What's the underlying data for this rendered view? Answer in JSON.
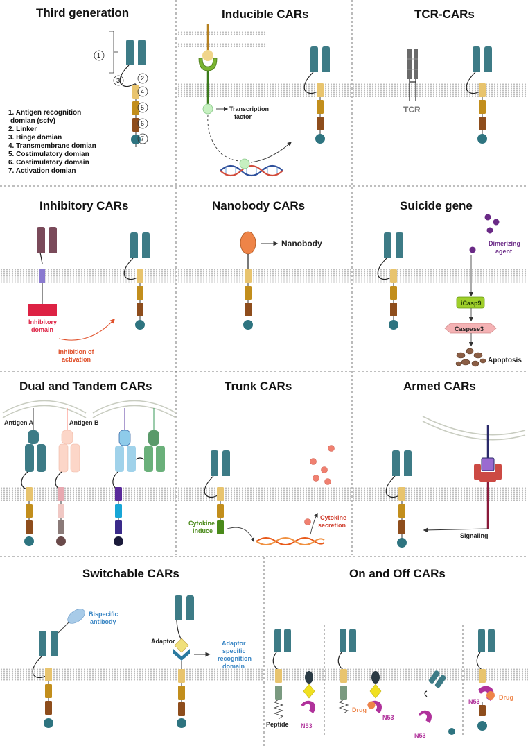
{
  "panels": {
    "third_generation": {
      "title": "Third generation",
      "numbers": [
        "1",
        "2",
        "3",
        "4",
        "5",
        "6",
        "7"
      ],
      "legend": [
        "1. Antigen recognition",
        "domian (scfv)",
        "2. Linker",
        "3. Hinge domian",
        "4. Transmembrane domian",
        "5. Costimulatory domian",
        "6. Costimulatory domain",
        "7. Activation domian"
      ]
    },
    "inducible": {
      "title": "Inducible CARs",
      "tf_label_1": "Transcription",
      "tf_label_2": "factor"
    },
    "tcr": {
      "title": "TCR-CARs",
      "tcr_label": "TCR"
    },
    "inhibitory": {
      "title": "Inhibitory CARs",
      "domain_1": "Inhibitory",
      "domain_2": "domain",
      "inhib_1": "Inhibition of",
      "inhib_2": "activation"
    },
    "nanobody": {
      "title": "Nanobody CARs",
      "nanobody_label": "Nanobody"
    },
    "suicide": {
      "title": "Suicide gene",
      "agent_1": "Dimerizing",
      "agent_2": "agent",
      "icasp": "iCasp9",
      "caspase": "Caspase3",
      "apoptosis": "Apoptosis"
    },
    "dual": {
      "title": "Dual and Tandem CARs",
      "antigen_a": "Antigen A",
      "antigen_b": "Antigen B"
    },
    "trunk": {
      "title": "Trunk CARs",
      "induce_1": "Cytokine",
      "induce_2": "induce",
      "secretion_1": "Cytokine",
      "secretion_2": "secretion"
    },
    "armed": {
      "title": "Armed CARs",
      "signaling": "Signaling"
    },
    "switchable": {
      "title": "Switchable CARs",
      "bispecific_1": "Bispecific",
      "bispecific_2": "antibody",
      "adaptor": "Adaptor",
      "adaptor_d_1": "Adaptor",
      "adaptor_d_2": "specific",
      "adaptor_d_3": "recognition",
      "adaptor_d_4": "domain"
    },
    "onoff": {
      "title": "On and Off CARs",
      "peptide": "Peptide",
      "n53": "N53",
      "drug": "Drug"
    }
  },
  "colors": {
    "receptor_teal": "#3d7b86",
    "hinge_yellow": "#e8c46e",
    "costim_gold": "#c28e1c",
    "costim_brown": "#8e4d1c",
    "activation_teal": "#2e7480",
    "membrane_gray": "#c8c8c8",
    "inhibitory_red": "#dd2244",
    "nanobody_orange": "#ee8448",
    "switch_blue": "#3a86c4",
    "drug_magenta": "#b0329b",
    "dimerizing_purple": "#6a2a86",
    "caspase_pink": "#f4b2b4",
    "icasp_green": "#9fcf2a",
    "cytokine_salmon": "#f08070",
    "trunk_green": "#4a8a1a"
  }
}
